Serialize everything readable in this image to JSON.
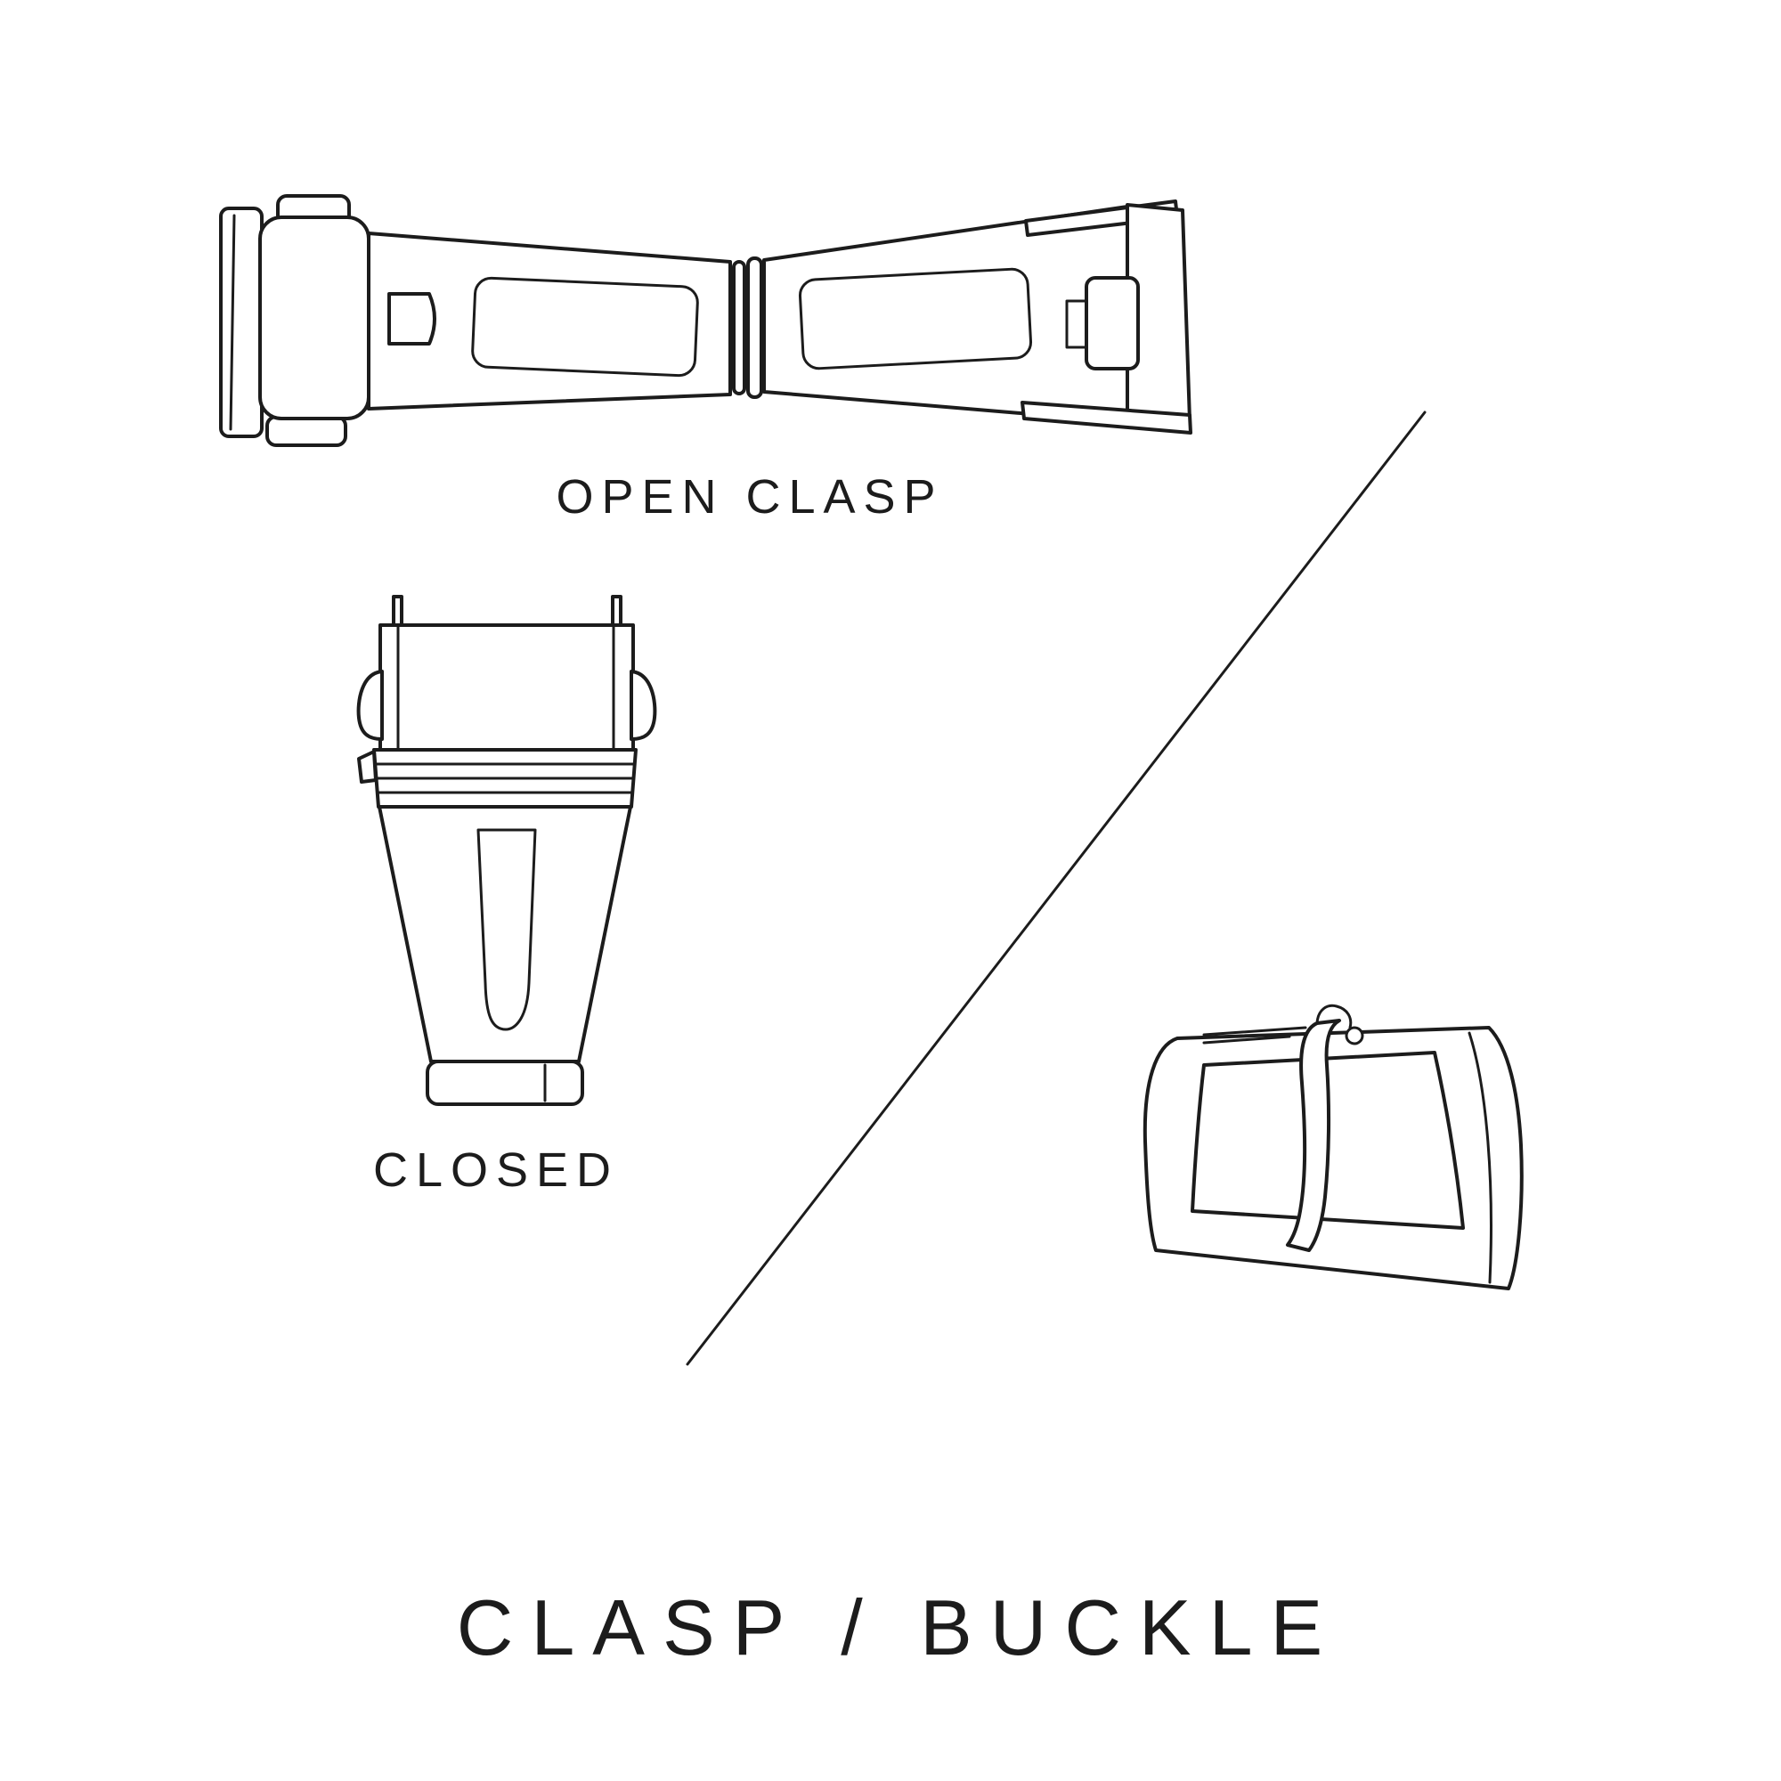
{
  "page": {
    "background_color": "#ffffff",
    "line_color": "#1c1c1c",
    "text_color": "#1c1c1c"
  },
  "diagram": {
    "title": "CLASP / BUCKLE",
    "labels": {
      "open_clasp": "OPEN CLASP",
      "closed": "CLOSED"
    },
    "figures": [
      {
        "id": "open-clasp",
        "caption": "OPEN CLASP",
        "depicts": "deployant clasp unfolded, top view"
      },
      {
        "id": "closed-clasp",
        "caption": "CLOSED",
        "depicts": "deployant clasp folded shut, top view"
      },
      {
        "id": "pin-buckle",
        "caption": "",
        "depicts": "tang pin buckle, perspective view"
      }
    ],
    "divider": "diagonal line separating clasp drawings from buckle drawing"
  }
}
